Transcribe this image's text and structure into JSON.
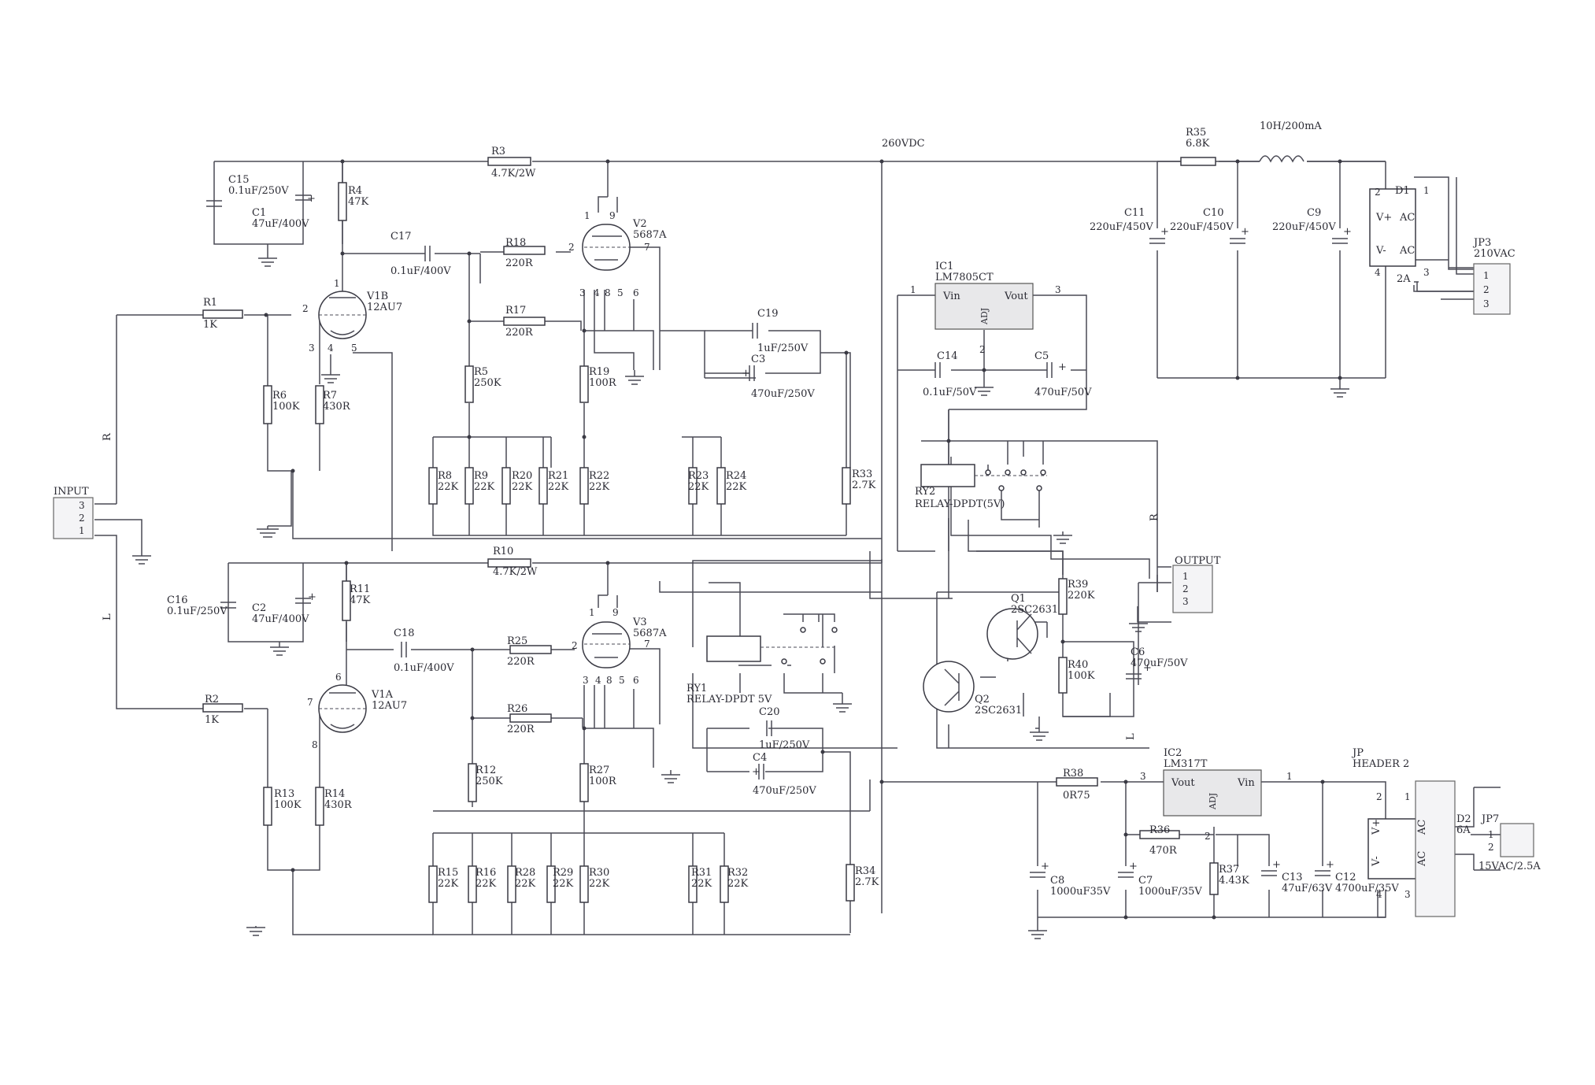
{
  "nets": {
    "hv_rail": "260VDC",
    "input_r": "R",
    "input_l": "L",
    "output_r": "R",
    "output_l": "L"
  },
  "connectors": {
    "input": {
      "ref": "INPUT",
      "pins": [
        "3",
        "2",
        "1"
      ]
    },
    "output": {
      "ref": "OUTPUT",
      "pins": [
        "1",
        "2",
        "3"
      ]
    },
    "jp3": {
      "ref": "JP3",
      "value": "210VAC",
      "pins": [
        "1",
        "2",
        "3"
      ]
    },
    "jp": {
      "ref": "JP",
      "value": "HEADER 2"
    },
    "jp7": {
      "ref": "JP7",
      "value": "15VAC/2.5A",
      "pins": [
        "1",
        "2"
      ]
    }
  },
  "tubes": {
    "v1b": {
      "ref": "V1B",
      "type": "12AU7",
      "pins": [
        "1",
        "2",
        "3",
        "4",
        "5"
      ]
    },
    "v1a": {
      "ref": "V1A",
      "type": "12AU7",
      "pins": [
        "6",
        "7",
        "8"
      ]
    },
    "v2": {
      "ref": "V2",
      "type": "5687A",
      "pins": [
        "1",
        "9",
        "2",
        "7",
        "3",
        "4",
        "8",
        "5",
        "6"
      ]
    },
    "v3": {
      "ref": "V3",
      "type": "5687A",
      "pins": [
        "1",
        "9",
        "2",
        "7",
        "3",
        "4",
        "8",
        "5",
        "6"
      ]
    }
  },
  "resistors": {
    "r1": {
      "ref": "R1",
      "value": "1K"
    },
    "r2": {
      "ref": "R2",
      "value": "1K"
    },
    "r3": {
      "ref": "R3",
      "value": "4.7K/2W"
    },
    "r4": {
      "ref": "R4",
      "value": "47K"
    },
    "r5": {
      "ref": "R5",
      "value": "250K"
    },
    "r6": {
      "ref": "R6",
      "value": "100K"
    },
    "r7": {
      "ref": "R7",
      "value": "430R"
    },
    "r8": {
      "ref": "R8",
      "value": "22K"
    },
    "r9": {
      "ref": "R9",
      "value": "22K"
    },
    "r10": {
      "ref": "R10",
      "value": "4.7K/2W"
    },
    "r11": {
      "ref": "R11",
      "value": "47K"
    },
    "r12": {
      "ref": "R12",
      "value": "250K"
    },
    "r13": {
      "ref": "R13",
      "value": "100K"
    },
    "r14": {
      "ref": "R14",
      "value": "430R"
    },
    "r15": {
      "ref": "R15",
      "value": "22K"
    },
    "r16": {
      "ref": "R16",
      "value": "22K"
    },
    "r17": {
      "ref": "R17",
      "value": "220R"
    },
    "r18": {
      "ref": "R18",
      "value": "220R"
    },
    "r19": {
      "ref": "R19",
      "value": "100R"
    },
    "r20": {
      "ref": "R20",
      "value": "22K"
    },
    "r21": {
      "ref": "R21",
      "value": "22K"
    },
    "r22": {
      "ref": "R22",
      "value": "22K"
    },
    "r23": {
      "ref": "R23",
      "value": "22K"
    },
    "r24": {
      "ref": "R24",
      "value": "22K"
    },
    "r25": {
      "ref": "R25",
      "value": "220R"
    },
    "r26": {
      "ref": "R26",
      "value": "220R"
    },
    "r27": {
      "ref": "R27",
      "value": "100R"
    },
    "r28": {
      "ref": "R28",
      "value": "22K"
    },
    "r29": {
      "ref": "R29",
      "value": "22K"
    },
    "r30": {
      "ref": "R30",
      "value": "22K"
    },
    "r31": {
      "ref": "R31",
      "value": "22K"
    },
    "r32": {
      "ref": "R32",
      "value": "22K"
    },
    "r33": {
      "ref": "R33",
      "value": "2.7K"
    },
    "r34": {
      "ref": "R34",
      "value": "2.7K"
    },
    "r35": {
      "ref": "R35",
      "value": "6.8K"
    },
    "r36": {
      "ref": "R36",
      "value": "470R"
    },
    "r37": {
      "ref": "R37",
      "value": "4.43K"
    },
    "r38": {
      "ref": "R38",
      "value": "0R75"
    },
    "r39": {
      "ref": "R39",
      "value": "220K"
    },
    "r40": {
      "ref": "R40",
      "value": "100K"
    }
  },
  "capacitors": {
    "c1": {
      "ref": "C1",
      "value": "47uF/400V"
    },
    "c2": {
      "ref": "C2",
      "value": "47uF/400V"
    },
    "c3": {
      "ref": "C3",
      "value": "470uF/250V"
    },
    "c4": {
      "ref": "C4",
      "value": "470uF/250V"
    },
    "c5": {
      "ref": "C5",
      "value": "470uF/50V"
    },
    "c6": {
      "ref": "C6",
      "value": "470uF/50V"
    },
    "c7": {
      "ref": "C7",
      "value": "1000uF/35V"
    },
    "c8": {
      "ref": "C8",
      "value": "1000uF35V"
    },
    "c9": {
      "ref": "C9",
      "value": "220uF/450V"
    },
    "c10": {
      "ref": "C10",
      "value": "220uF/450V"
    },
    "c11": {
      "ref": "C11",
      "value": "220uF/450V"
    },
    "c12": {
      "ref": "C12",
      "value": "4700uF/35V"
    },
    "c13": {
      "ref": "C13",
      "value": "47uF/63V"
    },
    "c14": {
      "ref": "C14",
      "value": "0.1uF/50V"
    },
    "c15": {
      "ref": "C15",
      "value": "0.1uF/250V"
    },
    "c16": {
      "ref": "C16",
      "value": "0.1uF/250V"
    },
    "c17": {
      "ref": "C17",
      "value": "0.1uF/400V"
    },
    "c18": {
      "ref": "C18",
      "value": "0.1uF/400V"
    },
    "c19": {
      "ref": "C19",
      "value": "1uF/250V"
    },
    "c20": {
      "ref": "C20",
      "value": "1uF/250V"
    }
  },
  "inductor": {
    "value": "10H/200mA"
  },
  "regulators": {
    "ic1": {
      "ref": "IC1",
      "type": "LM7805CT",
      "vin": "Vin",
      "vout": "Vout",
      "adj": "ADJ",
      "pin_in": "1",
      "pin_out": "3",
      "pin_adj": "2"
    },
    "ic2": {
      "ref": "IC2",
      "type": "LM317T",
      "vin": "Vin",
      "vout": "Vout",
      "adj": "ADJ",
      "pin_in": "1",
      "pin_out": "3",
      "pin_adj": "2"
    }
  },
  "bridges": {
    "d1": {
      "ref": "D1",
      "rating": "2A",
      "vplus": "V+",
      "vminus": "V-",
      "ac": "AC",
      "pins": [
        "1",
        "2",
        "3",
        "4"
      ]
    },
    "d2": {
      "ref": "D2",
      "rating": "6A",
      "vplus": "V+",
      "vminus": "V-",
      "ac": "AC",
      "pins": [
        "1",
        "2",
        "3",
        "4"
      ]
    }
  },
  "relays": {
    "ry1": {
      "ref": "RY1",
      "type": "RELAY-DPDT  5V"
    },
    "ry2": {
      "ref": "RY2",
      "type": "RELAY-DPDT(5V)"
    }
  },
  "transistors": {
    "q1": {
      "ref": "Q1",
      "type": "2SC2631"
    },
    "q2": {
      "ref": "Q2",
      "type": "2SC2631"
    }
  },
  "polarity_mark": "+"
}
